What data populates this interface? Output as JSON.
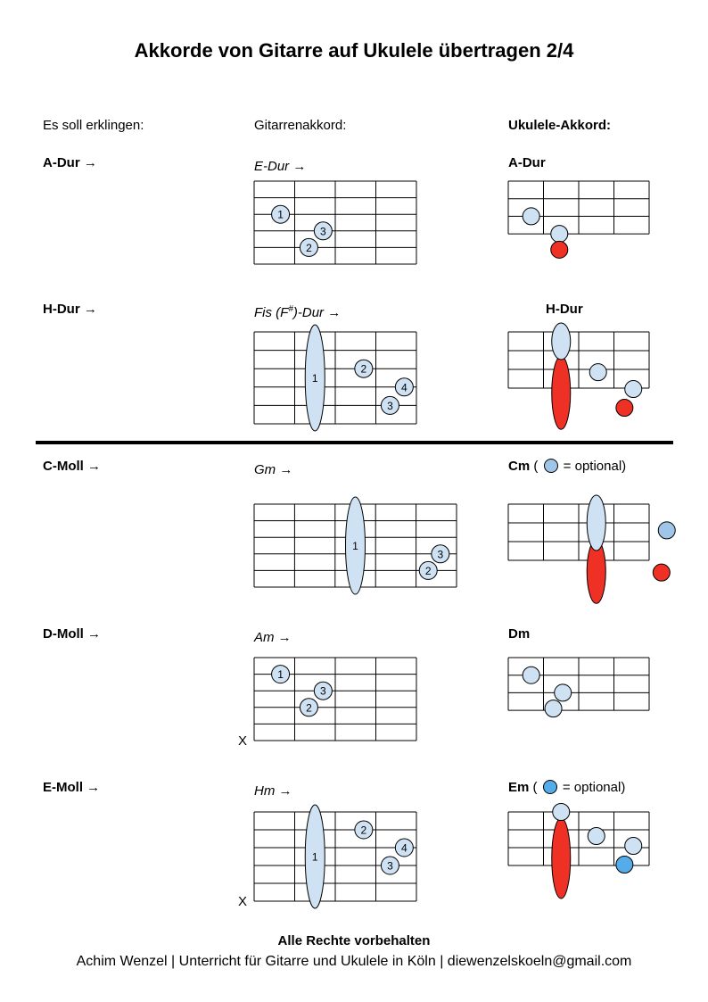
{
  "page": {
    "title": "Akkorde von Gitarre auf Ukulele übertragen 2/4"
  },
  "columns": {
    "target": "Es soll erklingen:",
    "guitar": "Gitarrenakkord:",
    "ukulele": "Ukulele-Akkord:"
  },
  "colors": {
    "pale_blue": "#cfe2f3",
    "optional_light": "#9fc5e8",
    "optional_bright": "#55acea",
    "red": "#ee3124",
    "outline": "#000000"
  },
  "footer": {
    "rights": "Alle Rechte vorbehalten",
    "contact": "Achim Wenzel | Unterricht für Gitarre und Ukulele in Köln | diewenzelskoeln@gmail.com"
  },
  "rows": [
    {
      "target": "A-Dur →",
      "guitar_label_pre": "E-Dur →",
      "guitar_label_sup": "",
      "guitar_label_post": "",
      "uke_label": "A-Dur",
      "guitar": {
        "strings": 6,
        "dots": [
          {
            "s": 3,
            "f": 1.15,
            "n": "1"
          },
          {
            "s": 4,
            "f": 2.2,
            "n": "3"
          },
          {
            "s": 5,
            "f": 1.85,
            "n": "2"
          }
        ]
      },
      "uke": {
        "strings": 4,
        "dots": [
          {
            "s": 3,
            "f": 1.15,
            "c": "pale_blue"
          },
          {
            "s": 4,
            "f": 1.95,
            "c": "pale_blue"
          },
          {
            "s": 4.9,
            "f": 1.95,
            "c": "red"
          }
        ]
      }
    },
    {
      "target": "H-Dur →",
      "guitar_label_pre": "Fis (F",
      "guitar_label_sup": "#",
      "guitar_label_post": ")-Dur →",
      "uke_label": "H-Dur",
      "guitar": {
        "strings": 6,
        "barre": {
          "f": 2,
          "from": 1,
          "to": 6,
          "n": "1"
        },
        "dots": [
          {
            "s": 3,
            "f": 3.2,
            "n": "2"
          },
          {
            "s": 4,
            "f": 4.2,
            "n": "4"
          },
          {
            "s": 5,
            "f": 3.85,
            "n": "3"
          }
        ]
      },
      "uke": {
        "strings": 4,
        "barre": {
          "f": 2,
          "from": 1,
          "to": 2
        },
        "tail": {
          "f": 2,
          "from": 2.3,
          "to": 6.2
        },
        "dots": [
          {
            "s": 3.15,
            "f": 3.05,
            "c": "pale_blue"
          },
          {
            "s": 4.05,
            "f": 4.05,
            "c": "pale_blue"
          },
          {
            "s": 5.05,
            "f": 3.8,
            "c": "red"
          }
        ]
      }
    },
    {
      "target": "C-Moll →",
      "guitar_label_pre": "Gm →",
      "guitar_label_sup": "",
      "guitar_label_post": "",
      "uke_label": "Cm",
      "legend_pre": " ( ",
      "legend_post": " = optional)",
      "legend_color": "optional_light",
      "guitar": {
        "strings": 6,
        "barre": {
          "f": 3,
          "from": 1,
          "to": 6,
          "n": "1"
        },
        "dots": [
          {
            "s": 4,
            "f": 5.1,
            "n": "3"
          },
          {
            "s": 5,
            "f": 4.8,
            "n": "2"
          }
        ]
      },
      "uke": {
        "strings": 4,
        "barre": {
          "f": 3,
          "from": 1,
          "to": 3
        },
        "tail": {
          "f": 3,
          "from": 2.9,
          "to": 6.3
        },
        "dots": [
          {
            "s": 2.4,
            "f": 5.0,
            "c": "optional_light"
          },
          {
            "s": 4.65,
            "f": 4.85,
            "c": "red"
          }
        ]
      }
    },
    {
      "target": "D-Moll →",
      "guitar_label_pre": "Am →",
      "guitar_label_sup": "",
      "guitar_label_post": "",
      "uke_label": "Dm",
      "guitar": {
        "strings": 6,
        "muted": "X",
        "dots": [
          {
            "s": 2,
            "f": 1.15,
            "n": "1"
          },
          {
            "s": 3,
            "f": 2.2,
            "n": "3"
          },
          {
            "s": 4,
            "f": 1.85,
            "n": "2"
          }
        ]
      },
      "uke": {
        "strings": 4,
        "dots": [
          {
            "s": 2,
            "f": 1.15,
            "c": "pale_blue"
          },
          {
            "s": 3,
            "f": 2.05,
            "c": "pale_blue"
          },
          {
            "s": 3.9,
            "f": 1.78,
            "c": "pale_blue"
          }
        ]
      }
    },
    {
      "target": "E-Moll →",
      "guitar_label_pre": "Hm →",
      "guitar_label_sup": "",
      "guitar_label_post": "",
      "uke_label": "Em",
      "legend_pre": " ( ",
      "legend_post": " = optional)",
      "legend_color": "optional_bright",
      "guitar": {
        "strings": 6,
        "muted": "X",
        "barre": {
          "f": 2,
          "from": 1,
          "to": 6,
          "n": "1"
        },
        "dots": [
          {
            "s": 2,
            "f": 3.2,
            "n": "2"
          },
          {
            "s": 3,
            "f": 4.2,
            "n": "4"
          },
          {
            "s": 4,
            "f": 3.85,
            "n": "3"
          }
        ]
      },
      "uke": {
        "strings": 4,
        "tail": {
          "f": 2,
          "from": 1.35,
          "to": 5.85
        },
        "dots": [
          {
            "s": 1,
            "f": 2,
            "c": "pale_blue"
          },
          {
            "s": 2.35,
            "f": 3.0,
            "c": "pale_blue"
          },
          {
            "s": 2.9,
            "f": 4.05,
            "c": "pale_blue"
          },
          {
            "s": 3.95,
            "f": 3.8,
            "c": "optional_bright"
          }
        ]
      }
    }
  ]
}
